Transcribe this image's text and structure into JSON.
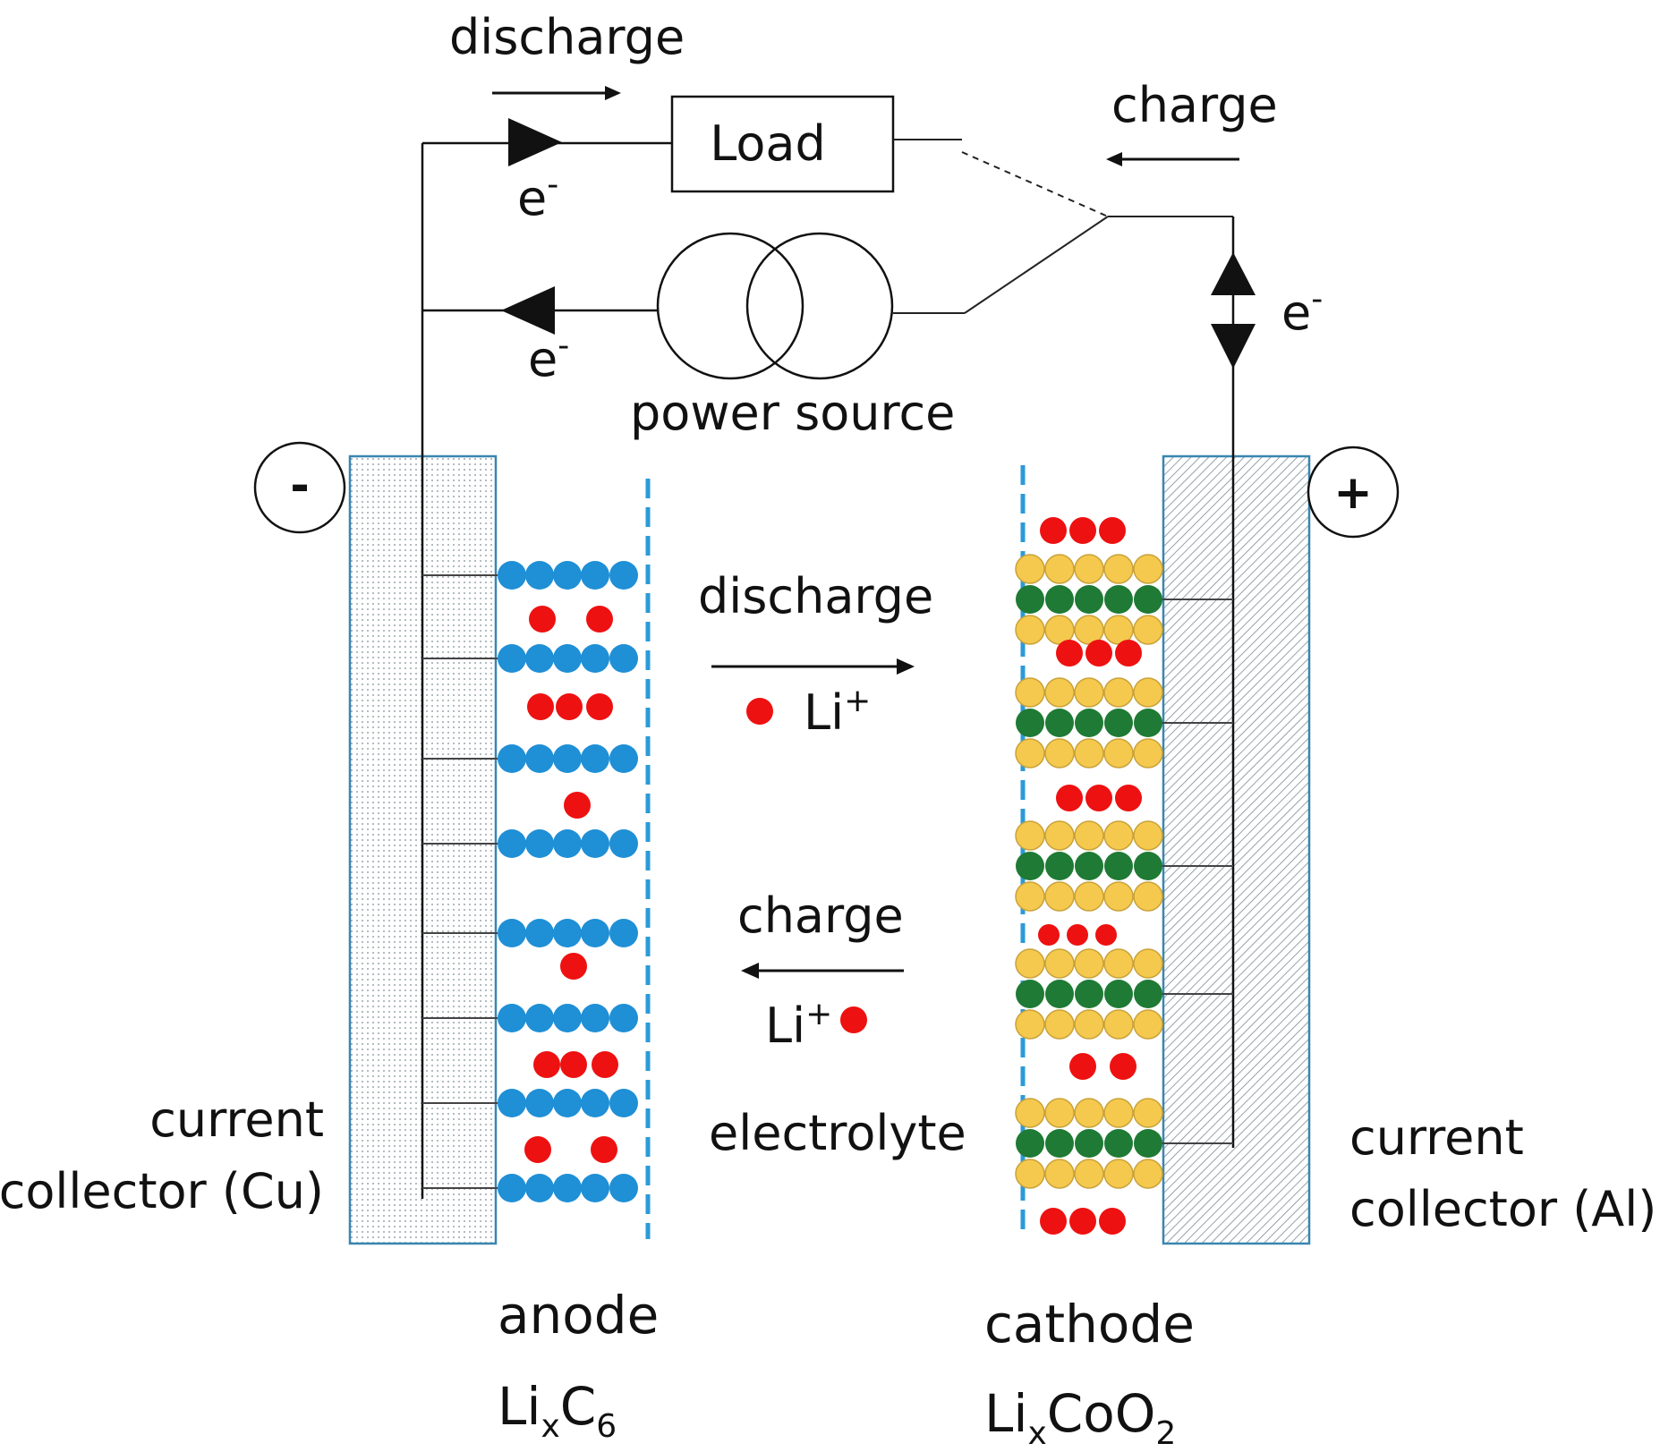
{
  "labels": {
    "discharge_top": "discharge",
    "charge_top": "charge",
    "load": "Load",
    "power_source": "power source",
    "electron": "e",
    "electron_sup": "-",
    "minus_terminal": "-",
    "plus_terminal": "+",
    "discharge_mid": "discharge",
    "charge_mid": "charge",
    "li_ion": "Li",
    "li_ion_sup": "+",
    "electrolyte": "electrolyte",
    "collector_cu_line1": "current",
    "collector_cu_line2": "collector (Cu)",
    "collector_al_line1": "current",
    "collector_al_line2": "collector (Al)",
    "anode": "anode",
    "anode_formula_li": "Li",
    "anode_formula_x": "x",
    "anode_formula_c": "C",
    "anode_formula_6": "6",
    "cathode": "cathode",
    "cathode_formula_li": "Li",
    "cathode_formula_x": "x",
    "cathode_formula_coo": "CoO",
    "cathode_formula_2": "2"
  },
  "colors": {
    "carbon": "#1f8fd6",
    "lithium": "#ee1111",
    "oxygen": "#f5c94e",
    "cobalt": "#1e7a34",
    "separator": "#2b9ad8",
    "collector_border": "#3a86b0",
    "wire": "#111111"
  },
  "icons": {
    "power_source": "two-circle-source-icon",
    "switch": "switch-icon"
  }
}
